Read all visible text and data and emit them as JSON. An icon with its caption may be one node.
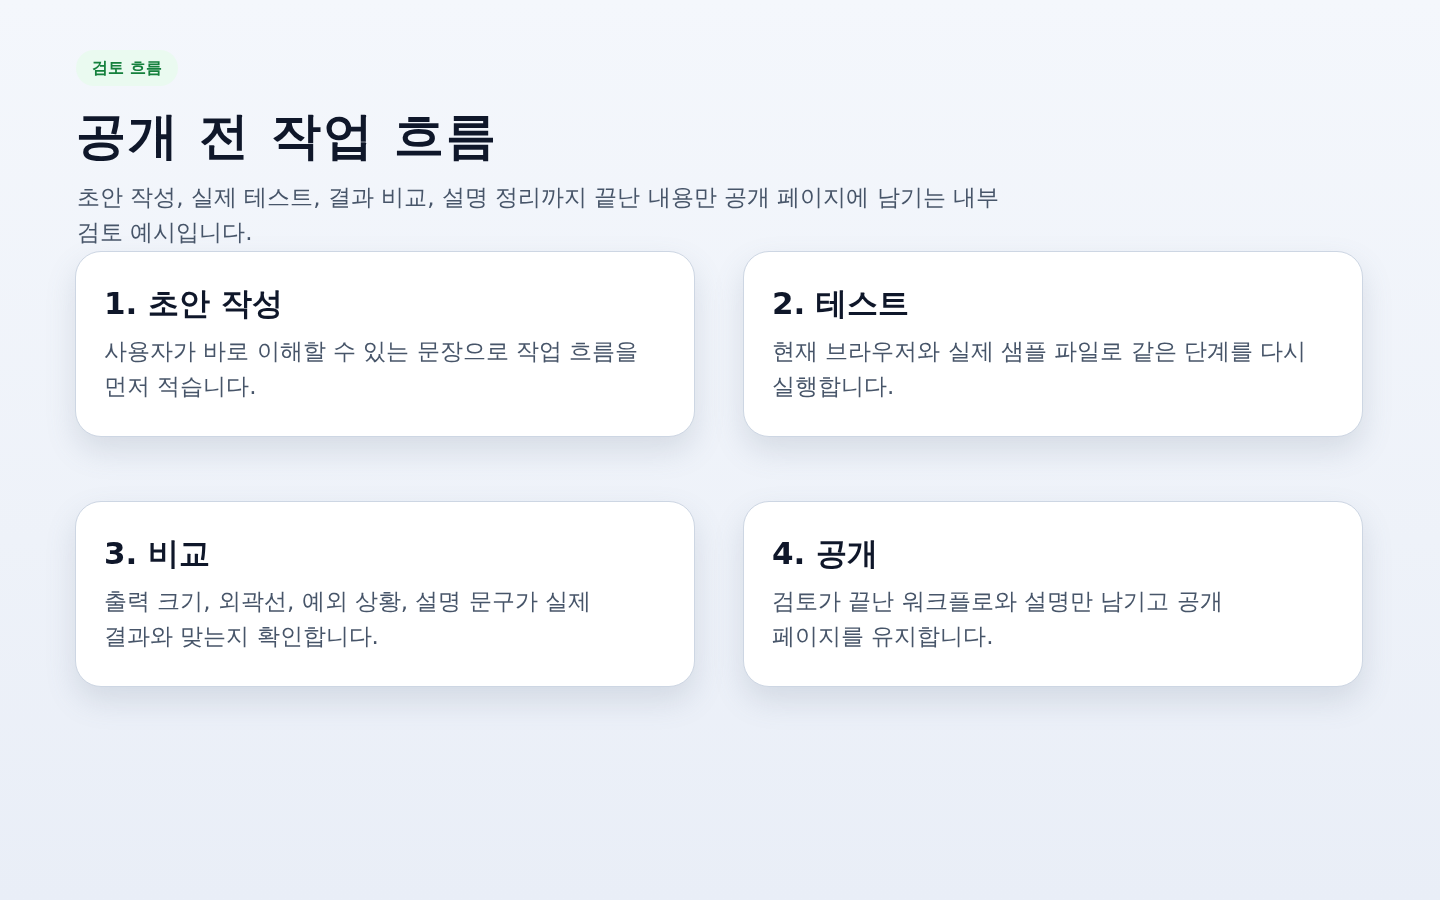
{
  "diagram": {
    "title": "공개 전 작업 흐름",
    "nodes": [
      {
        "text": [
          "검토 흐름"
        ]
      },
      {
        "text": [
          "1. 초안 작성",
          "사용자가 바로 이해할 수 있는 문장으로 작업 흐름을 먼저 적습니다."
        ]
      },
      {
        "text": [
          "2. 테스트",
          "현재 브라우저와 실제 샘플 파일로 같은 단계를 다시 실행합니다."
        ]
      },
      {
        "text": [
          "3. 비교",
          "출력 크기, 외곽선, 예외 상황, 설명 문구가 실제 결과와 맞는지 확인합니다."
        ]
      },
      {
        "text": [
          "4. 공개",
          "검토가 끝난 워크플로와 설명만 남기고 공개 페이지를 유지합니다."
        ]
      }
    ],
    "labels": [
      "초안 작성, 실제 테스트, 결과 비교, 설명 정리까지 끝난 내용만 공개 페이지에 남기는 내부 검토 예시입니다."
    ]
  }
}
